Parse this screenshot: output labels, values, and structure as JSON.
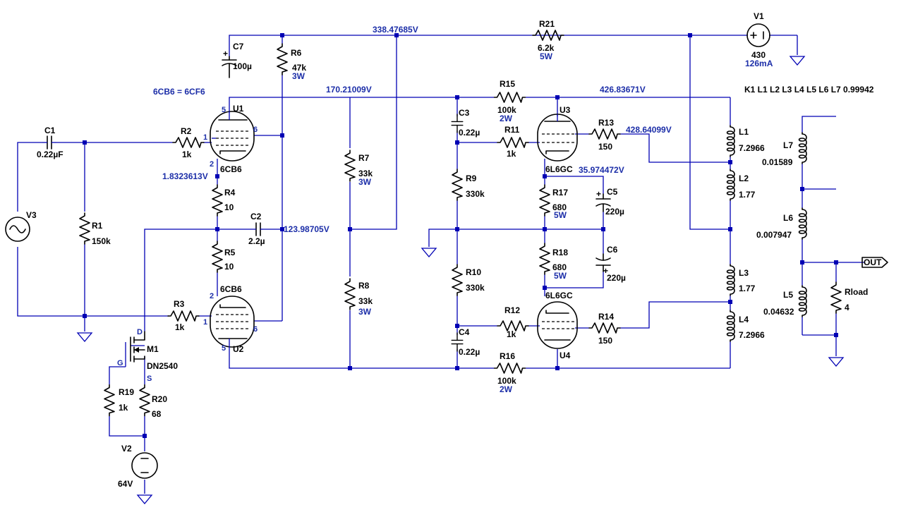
{
  "directives": {
    "tube_alias": "6CB6 = 6CF6",
    "coupling": "K1 L1 L2 L3 L4 L5 L6 L7 0.99942"
  },
  "node_voltages": {
    "b_plus_top": "338.47685V",
    "driver_supply": "170.21009V",
    "output_supply": "426.83671V",
    "screen_u3": "428.64099V",
    "cathode_u1": "1.8323613V",
    "mid_node": "123.98705V",
    "cathode_u3": "35.974472V"
  },
  "components": {
    "V1": {
      "name": "V1",
      "value": "430",
      "current": "126mA"
    },
    "V2": {
      "name": "V2",
      "value": "64V"
    },
    "V3": {
      "name": "V3"
    },
    "R1": {
      "name": "R1",
      "value": "150k"
    },
    "R2": {
      "name": "R2",
      "value": "1k"
    },
    "R3": {
      "name": "R3",
      "value": "1k"
    },
    "R4": {
      "name": "R4",
      "value": "10"
    },
    "R5": {
      "name": "R5",
      "value": "10"
    },
    "R6": {
      "name": "R6",
      "value": "47k",
      "power": "3W"
    },
    "R7": {
      "name": "R7",
      "value": "33k",
      "power": "3W"
    },
    "R8": {
      "name": "R8",
      "value": "33k",
      "power": "3W"
    },
    "R9": {
      "name": "R9",
      "value": "330k"
    },
    "R10": {
      "name": "R10",
      "value": "330k"
    },
    "R11": {
      "name": "R11",
      "value": "1k"
    },
    "R12": {
      "name": "R12",
      "value": "1k"
    },
    "R13": {
      "name": "R13",
      "value": "150"
    },
    "R14": {
      "name": "R14",
      "value": "150"
    },
    "R15": {
      "name": "R15",
      "value": "100k",
      "power": "2W"
    },
    "R16": {
      "name": "R16",
      "value": "100k",
      "power": "2W"
    },
    "R17": {
      "name": "R17",
      "value": "680",
      "power": "5W"
    },
    "R18": {
      "name": "R18",
      "value": "680",
      "power": "5W"
    },
    "R19": {
      "name": "R19",
      "value": "1k"
    },
    "R20": {
      "name": "R20",
      "value": "68"
    },
    "R21": {
      "name": "R21",
      "value": "6.2k",
      "power": "5W"
    },
    "Rload": {
      "name": "Rload",
      "value": "4"
    },
    "C1": {
      "name": "C1",
      "value": "0.22µF"
    },
    "C2": {
      "name": "C2",
      "value": "2.2µ"
    },
    "C3": {
      "name": "C3",
      "value": "0.22µ"
    },
    "C4": {
      "name": "C4",
      "value": "0.22µ"
    },
    "C5": {
      "name": "C5",
      "value": "220µ"
    },
    "C6": {
      "name": "C6",
      "value": "220µ"
    },
    "C7": {
      "name": "C7",
      "value": "100µ"
    },
    "L1": {
      "name": "L1",
      "value": "7.2966"
    },
    "L2": {
      "name": "L2",
      "value": "1.77"
    },
    "L3": {
      "name": "L3",
      "value": "1.77"
    },
    "L4": {
      "name": "L4",
      "value": "7.2966"
    },
    "L5": {
      "name": "L5",
      "value": "0.04632"
    },
    "L6": {
      "name": "L6",
      "value": "0.007947"
    },
    "L7": {
      "name": "L7",
      "value": "0.01589"
    },
    "U1": {
      "name": "U1",
      "model": "6CB6"
    },
    "U2": {
      "name": "U2",
      "model": "6CB6"
    },
    "U3": {
      "name": "U3",
      "model": "6L6GC"
    },
    "U4": {
      "name": "U4",
      "model": "6L6GC"
    },
    "M1": {
      "name": "M1",
      "model": "DN2540"
    }
  },
  "pins": {
    "p1": "1",
    "p2": "2",
    "p5": "5",
    "p6": "6",
    "D": "D",
    "G": "G",
    "S": "S"
  },
  "output_label": "OUT"
}
